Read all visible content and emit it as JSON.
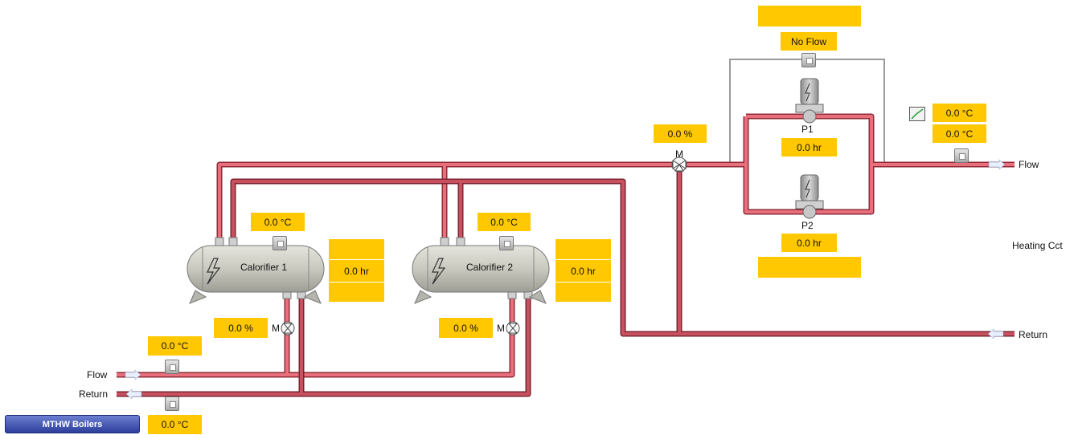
{
  "colors": {
    "pipe_flow": "#e4606e",
    "pipe_return": "#b94a58",
    "value_bg": "#ffc800",
    "button": "#3a4fb0",
    "bypass_pipe": "#909090"
  },
  "heating": {
    "valve_position": "0.0 %",
    "valve_letter": "M",
    "flow_status": "No Flow",
    "status_top": "",
    "status_bottom": "",
    "pump1": {
      "label": "P1",
      "runtime": "0.0 hr"
    },
    "pump2": {
      "label": "P2",
      "runtime": "0.0 hr"
    },
    "flow_temp_1": "0.0 °C",
    "flow_temp_2": "0.0 °C",
    "flow_label": "Flow",
    "return_label": "Return",
    "circuit_label": "Heating Cct",
    "trend_icon": "trend-chart-icon"
  },
  "calorifier1": {
    "name": "Calorifier 1",
    "temp": "0.0 °C",
    "status_top": "",
    "runtime": "0.0 hr",
    "status_bottom": "",
    "valve": "0.0 %",
    "valve_letter": "M"
  },
  "calorifier2": {
    "name": "Calorifier 2",
    "temp": "0.0 °C",
    "status_top": "",
    "runtime": "0.0 hr",
    "status_bottom": "",
    "valve": "0.0 %",
    "valve_letter": "M"
  },
  "primary": {
    "flow_label": "Flow",
    "return_label": "Return",
    "flow_temp": "0.0 °C",
    "return_temp": "0.0 °C",
    "button_label": "MTHW Boilers"
  },
  "icons": {
    "calorifier": "lightning-icon",
    "pump": "pump-icon",
    "valve": "valve-icon",
    "sensor": "temperature-sensor-icon",
    "flow_switch": "flow-switch-icon",
    "arrow": "arrow-icon"
  }
}
